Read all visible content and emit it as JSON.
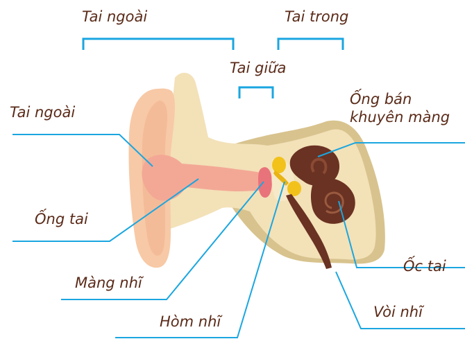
{
  "labels": {
    "outer_top": "Tai ngoài",
    "inner_top": "Tai trong",
    "middle_top": "Tai giữa",
    "outer_left": "Tai ngoài",
    "canal": "Ống tai",
    "eardrum": "Màng nhĩ",
    "tympanic_cavity": "Hòm nhĩ",
    "semicircular_canals": "Ống bán\nkhuyên màng",
    "cochlea": "Ốc tai",
    "eustachian_tube": "Vòi nhĩ"
  },
  "colors": {
    "label_text": "#5a2a18",
    "leader_line": "#1aa6e0",
    "bracket": "#1aa6e0",
    "pinna_skin": "#f7c9a6",
    "head_tissue": "#f3e1b8",
    "bone_shadow": "#d8c38e",
    "ear_canal": "#f3a895",
    "eardrum": "#e9737a",
    "ossicles": "#f2c21b",
    "inner_ear": "#6a3222"
  }
}
